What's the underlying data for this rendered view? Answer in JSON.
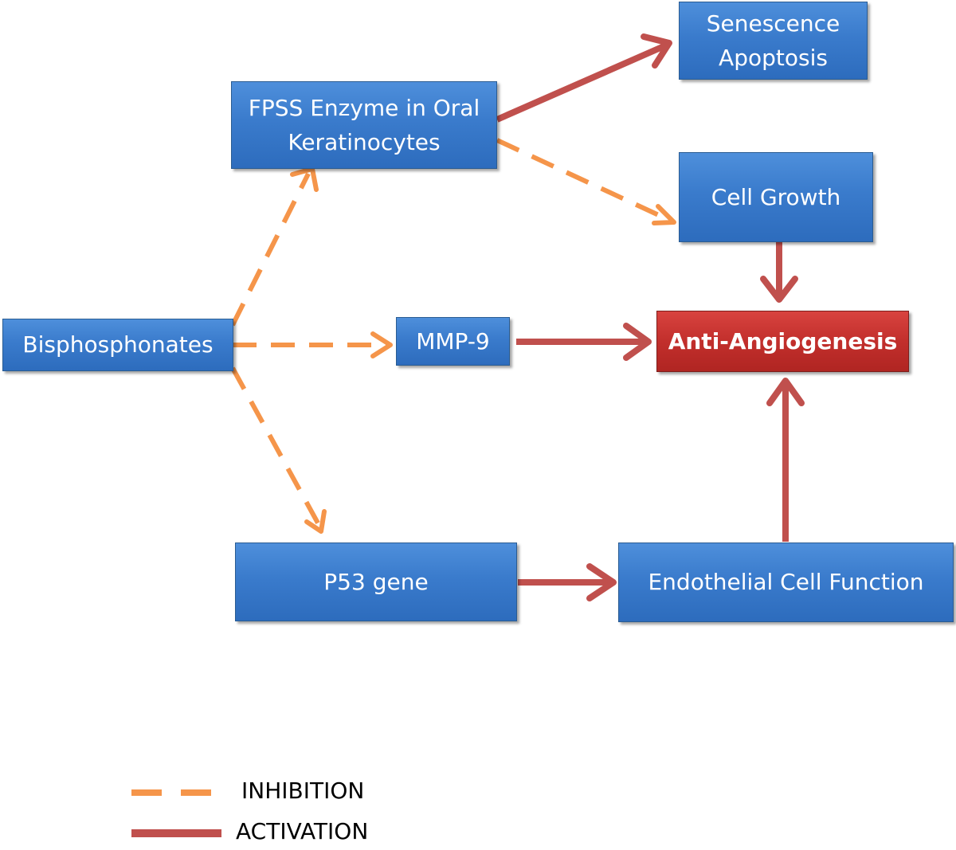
{
  "nodes": {
    "senescence": {
      "line1": "Senescence",
      "line2": "Apoptosis"
    },
    "fpss": {
      "line1": "FPSS Enzyme in Oral",
      "line2": "Keratinocytes"
    },
    "cell_growth": "Cell Growth",
    "bisphosphonates": "Bisphosphonates",
    "mmp9": "MMP-9",
    "anti_angiogenesis": "Anti-Angiogenesis",
    "p53": "P53 gene",
    "endothelial": "Endothelial Cell Function"
  },
  "edges": [
    {
      "from": "bisphosphonates",
      "to": "fpss",
      "type": "inhibition"
    },
    {
      "from": "bisphosphonates",
      "to": "mmp9",
      "type": "inhibition"
    },
    {
      "from": "bisphosphonates",
      "to": "p53",
      "type": "inhibition"
    },
    {
      "from": "fpss",
      "to": "cell_growth",
      "type": "inhibition"
    },
    {
      "from": "fpss",
      "to": "senescence",
      "type": "activation"
    },
    {
      "from": "cell_growth",
      "to": "anti_angiogenesis",
      "type": "activation"
    },
    {
      "from": "mmp9",
      "to": "anti_angiogenesis",
      "type": "activation"
    },
    {
      "from": "p53",
      "to": "endothelial",
      "type": "activation"
    },
    {
      "from": "endothelial",
      "to": "anti_angiogenesis",
      "type": "activation"
    }
  ],
  "legend": {
    "inhibition_label": "INHIBITION",
    "activation_label": "ACTIVATION"
  },
  "colors": {
    "inhibition": "#f5954a",
    "activation": "#c0504d",
    "node_blue": "#3a7bcc",
    "node_red": "#c22f2c"
  }
}
